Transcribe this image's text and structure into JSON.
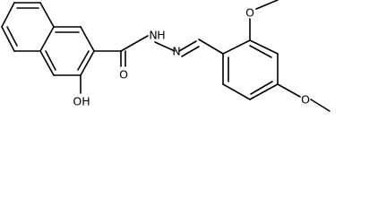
{
  "atoms": {
    "nh": "H",
    "nh_n": "N",
    "n2": "N",
    "carbonyl_o": "O",
    "hydroxyl": "OH",
    "methoxy_top_o": "O",
    "methoxy_bottom_o": "O"
  },
  "colors": {
    "bond": "#000000",
    "text": "#000000",
    "background": "#ffffff"
  }
}
